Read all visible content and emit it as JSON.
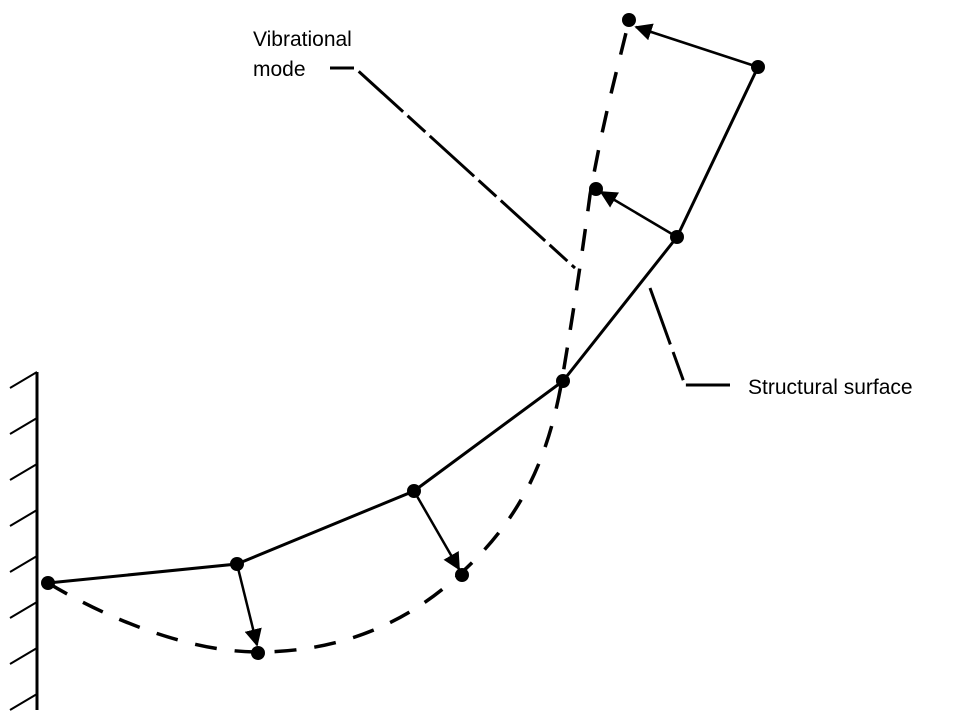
{
  "labels": {
    "vibrational_mode_line1": "Vibrational",
    "vibrational_mode_line2": "mode",
    "structural_surface": "Structural surface"
  },
  "colors": {
    "ink": "#000000",
    "background": "#ffffff"
  }
}
